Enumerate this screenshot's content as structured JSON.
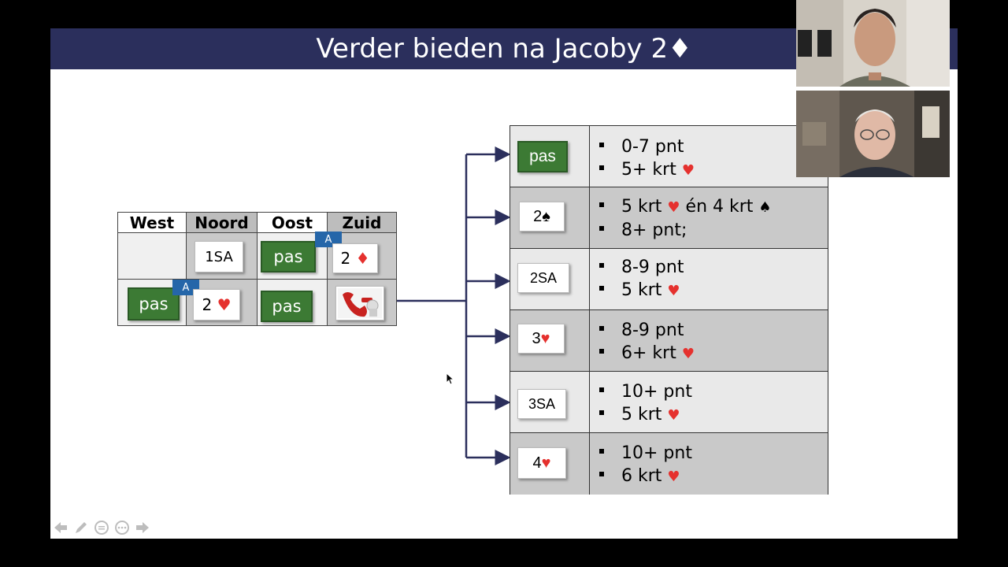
{
  "slide": {
    "title": "Verder bieden na Jacoby 2♦"
  },
  "bidding": {
    "headers": [
      "West",
      "Noord",
      "Oost",
      "Zuid"
    ],
    "row1": {
      "noord": "1SA",
      "oost": "pas",
      "zuid_level": "2",
      "zuid_suit": "♦",
      "zuid_alert": "A"
    },
    "row2": {
      "west": "pas",
      "west_alert": "A",
      "noord_level": "2",
      "noord_suit": "♥",
      "oost": "pas",
      "zuid_icon": "telephone-icon"
    }
  },
  "options": [
    {
      "bid": "pas",
      "style": "green",
      "lines": [
        {
          "text": "0-7 pnt"
        },
        {
          "text": "5+ krt ",
          "suit": "♥"
        }
      ]
    },
    {
      "bid_level": "2",
      "bid_suit": "♠",
      "suit_color": "black",
      "lines": [
        {
          "text": "5 krt ",
          "suit": "♥",
          "text2": " én 4 krt ",
          "suit2": "♠"
        },
        {
          "text": "8+ pnt;"
        }
      ]
    },
    {
      "bid": "2SA",
      "lines": [
        {
          "text": "8-9 pnt"
        },
        {
          "text": "5 krt ",
          "suit": "♥"
        }
      ]
    },
    {
      "bid_level": "3",
      "bid_suit": "♥",
      "suit_color": "red",
      "lines": [
        {
          "text": "8-9 pnt"
        },
        {
          "text": "6+ krt ",
          "suit": "♥"
        }
      ]
    },
    {
      "bid": "3SA",
      "lines": [
        {
          "text": "10+ pnt"
        },
        {
          "text": "5 krt ",
          "suit": "♥"
        }
      ]
    },
    {
      "bid_level": "4",
      "bid_suit": "♥",
      "suit_color": "red",
      "lines": [
        {
          "text": "10+ pnt"
        },
        {
          "text": "6 krt ",
          "suit": "♥"
        }
      ]
    }
  ],
  "colors": {
    "title_bar": "#2b2f5c",
    "pas_green": "#3c7a34",
    "alert_blue": "#2566a9",
    "heart_red": "#e5312e",
    "arrow": "#2b2f5c"
  },
  "nav": [
    "arrow-left-icon",
    "pen-icon",
    "subtitles-icon",
    "more-icon",
    "arrow-right-icon"
  ]
}
